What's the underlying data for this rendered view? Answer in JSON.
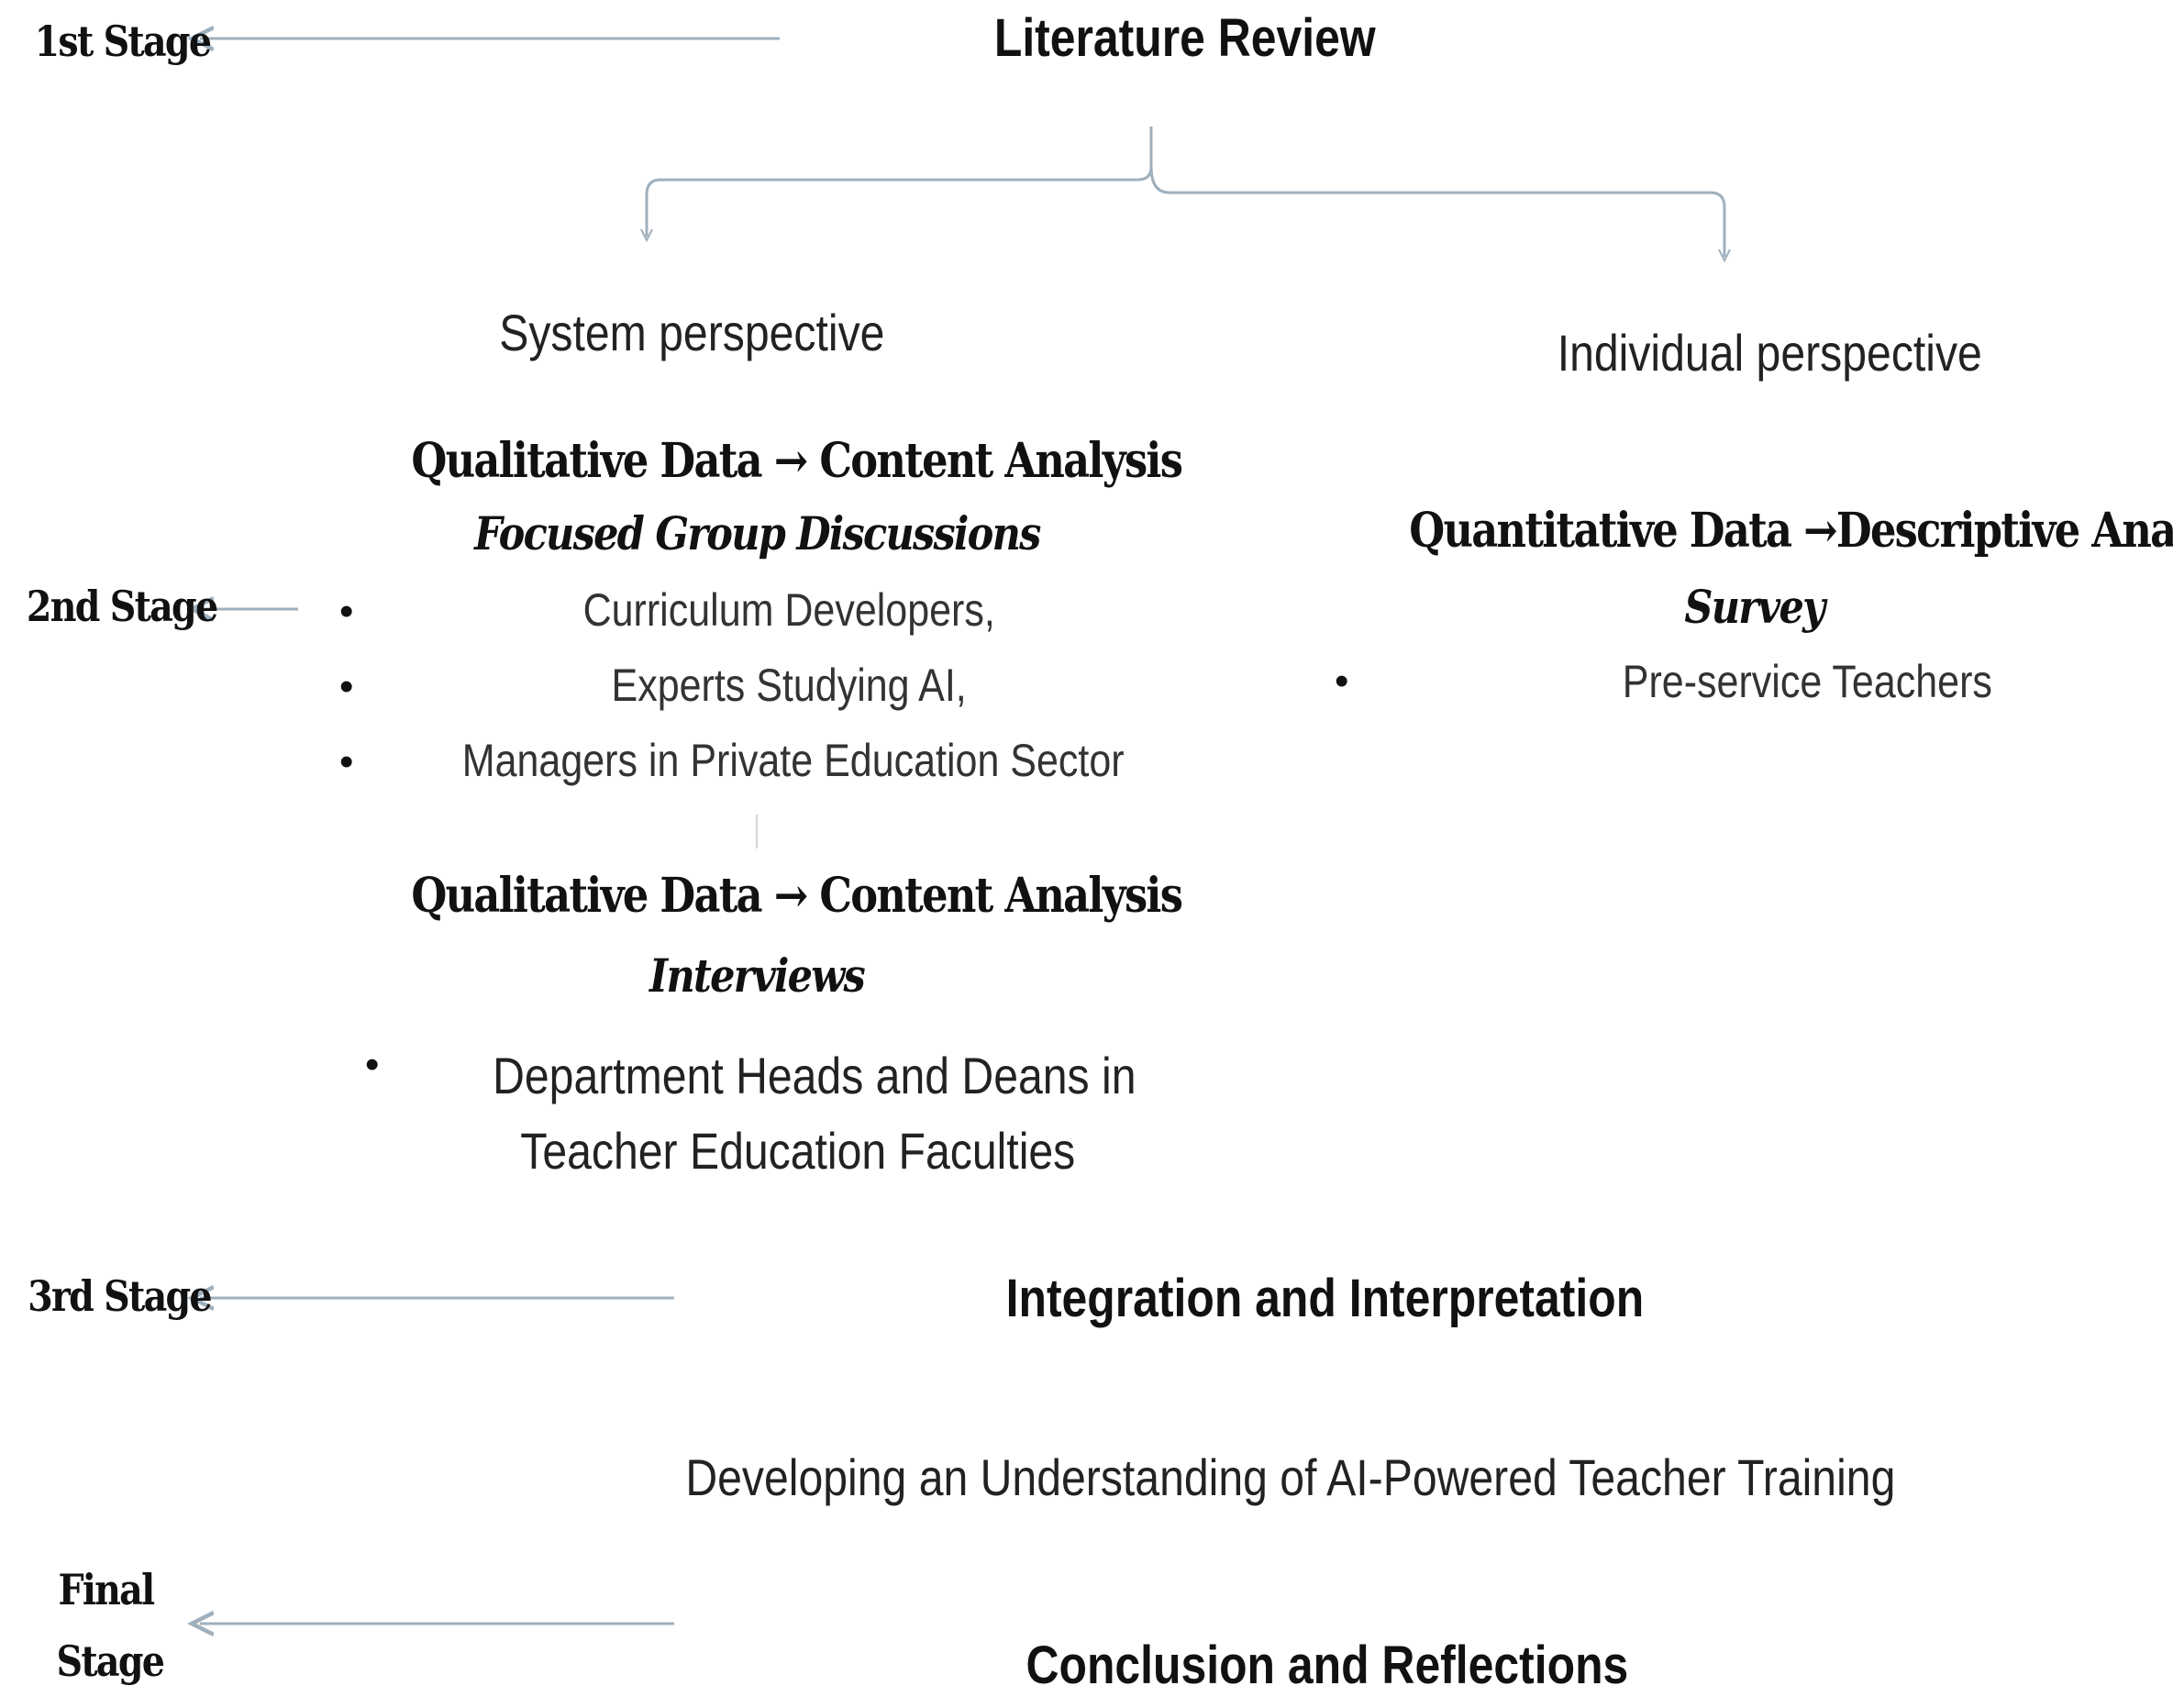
{
  "stages": {
    "first": "1st Stage",
    "second": "2nd Stage",
    "third": "3rd Stage",
    "final_line1": "Final",
    "final_line2": "Stage"
  },
  "literature_review": "Literature Review",
  "system": {
    "title": "System perspective",
    "fgd": {
      "method": "Qualitative Data → Content Analysis",
      "tool": "Focused Group Discussions",
      "items": [
        "Curriculum Developers,",
        "Experts Studying AI,",
        "Managers in Private Education Sector"
      ]
    },
    "interviews": {
      "method": "Qualitative Data → Content Analysis",
      "tool": "Interviews",
      "item_line1": "Department Heads and  Deans in",
      "item_line2": "Teacher Education Faculties"
    }
  },
  "individual": {
    "title": "Individual perspective",
    "method": "Quantitative Data →Descriptive Analysis",
    "tool": "Survey",
    "items": [
      "Pre-service Teachers"
    ]
  },
  "integration": "Integration and Interpretation",
  "understanding": "Developing an Understanding of AI-Powered Teacher Training",
  "conclusion": "Conclusion and Reflections",
  "colors": {
    "line": "#9fb0bd",
    "text": "#1a1a1a"
  },
  "bullet_symbol": "•"
}
